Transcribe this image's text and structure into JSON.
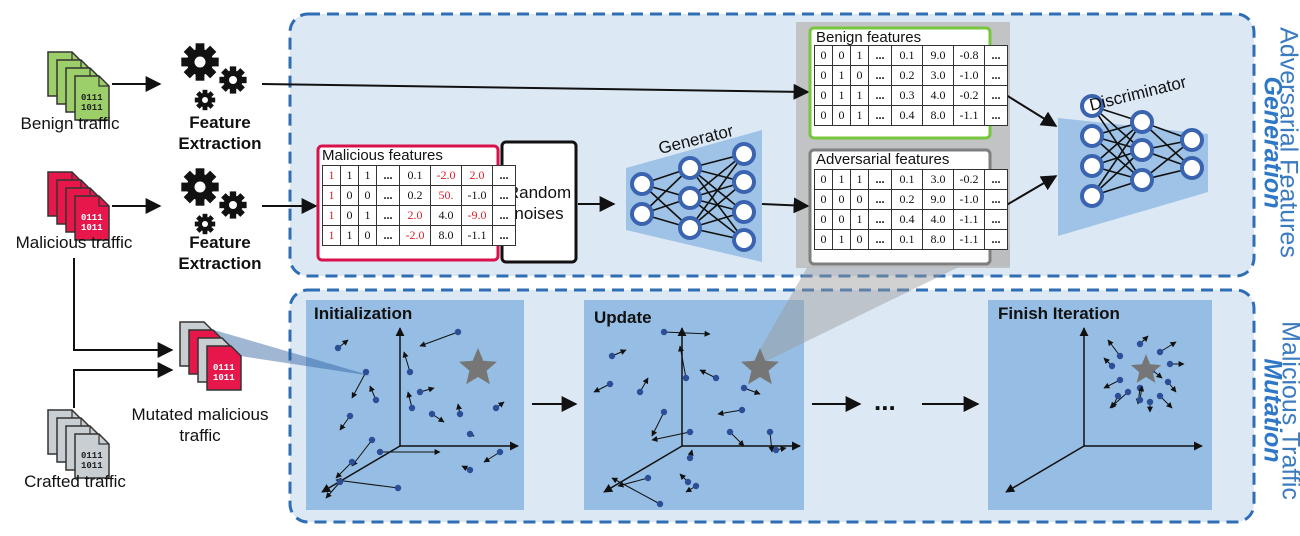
{
  "side_labels": {
    "top_main": "Adversarial Features",
    "top_accent": "Generation",
    "bottom_main": "Malicious Traffic",
    "bottom_accent": "Mutation"
  },
  "inputs": {
    "benign": "Benign traffic",
    "malicious": "Malicious traffic",
    "crafted": "Crafted traffic",
    "mutated": "Mutated malicious traffic",
    "file_text": "0111 1011"
  },
  "feature_extraction": "Feature Extraction",
  "random_noises": "Random noises",
  "generator": "Generator",
  "discriminator": "Discriminator",
  "panels": [
    "Initialization",
    "Update",
    "Finish Iteration"
  ],
  "ellipsis": "...",
  "tables": {
    "malicious": {
      "title": "Malicious features",
      "rows": [
        [
          "1",
          "1",
          "1",
          "...",
          "0.1",
          "-2.0",
          "2.0",
          "..."
        ],
        [
          "1",
          "0",
          "0",
          "...",
          "0.2",
          "50.",
          "-1.0",
          "..."
        ],
        [
          "1",
          "0",
          "1",
          "...",
          "2.0",
          "4.0",
          "-9.0",
          "..."
        ],
        [
          "1",
          "1",
          "0",
          "...",
          "-2.0",
          "8.0",
          "-1.1",
          "..."
        ]
      ],
      "red_cells": [
        [
          0,
          0
        ],
        [
          0,
          5
        ],
        [
          0,
          6
        ],
        [
          1,
          0
        ],
        [
          1,
          5
        ],
        [
          2,
          0
        ],
        [
          2,
          4
        ],
        [
          2,
          6
        ],
        [
          3,
          0
        ],
        [
          3,
          4
        ]
      ]
    },
    "benign": {
      "title": "Benign features",
      "rows": [
        [
          "0",
          "0",
          "1",
          "...",
          "0.1",
          "9.0",
          "-0.8",
          "..."
        ],
        [
          "0",
          "1",
          "0",
          "...",
          "0.2",
          "3.0",
          "-1.0",
          "..."
        ],
        [
          "0",
          "1",
          "1",
          "...",
          "0.3",
          "4.0",
          "-0.2",
          "..."
        ],
        [
          "0",
          "0",
          "1",
          "...",
          "0.4",
          "8.0",
          "-1.1",
          "..."
        ]
      ],
      "red_cells": []
    },
    "adversarial": {
      "title": "Adversarial features",
      "rows": [
        [
          "0",
          "1",
          "1",
          "...",
          "0.1",
          "3.0",
          "-0.2",
          "..."
        ],
        [
          "0",
          "0",
          "0",
          "...",
          "0.2",
          "9.0",
          "-1.0",
          "..."
        ],
        [
          "0",
          "0",
          "1",
          "...",
          "0.4",
          "4.0",
          "-1.1",
          "..."
        ],
        [
          "0",
          "1",
          "0",
          "...",
          "0.1",
          "8.0",
          "-1.1",
          "..."
        ]
      ],
      "red_cells": []
    }
  },
  "colors": {
    "panel_bg": "#dde8f5",
    "panel_border": "#2f6eb5",
    "network": "#9ec3e6",
    "node_fill": "#ffffff",
    "node_stroke": "#3a63b0",
    "mutation_panel": "#96bde3",
    "benign_file": "#9ccf6a",
    "malicious_file": "#e8174b",
    "crafted_file": "#c9ced3",
    "benign_border": "#78c53e",
    "malicious_border": "#d9124c",
    "adversarial_border": "#7f7f7f",
    "star": "#767676",
    "point": "#2c4e96"
  },
  "icons": [
    "gear-icon",
    "file-stack-icon",
    "neural-network-icon",
    "star-icon"
  ]
}
